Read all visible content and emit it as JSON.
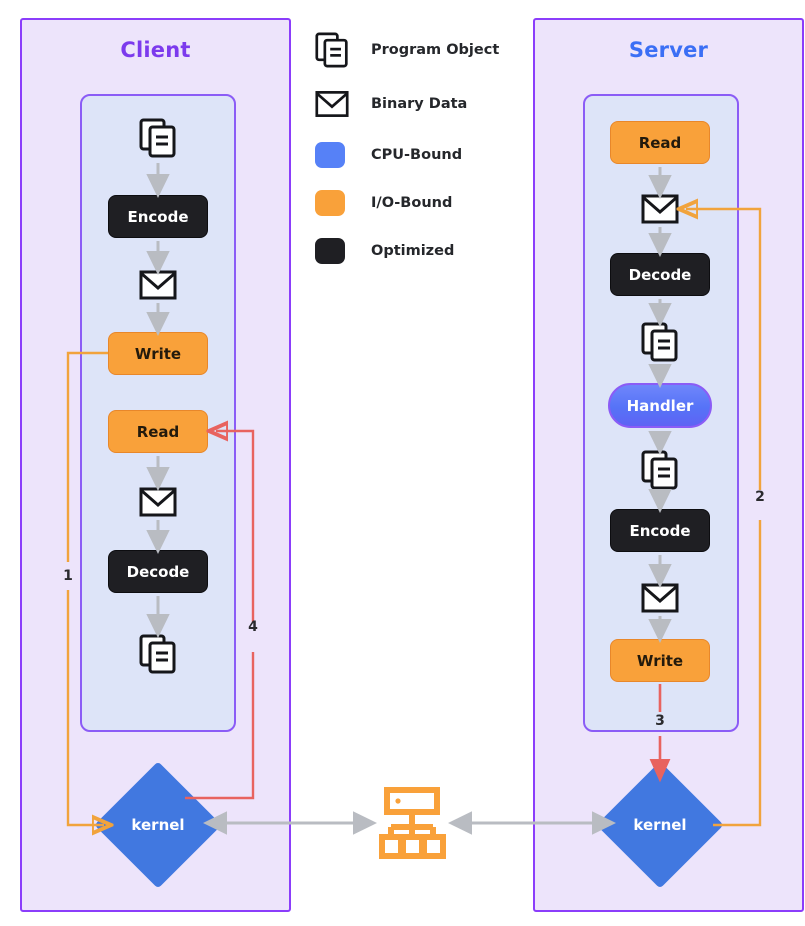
{
  "panels": {
    "client": {
      "title": "Client",
      "title_color": "#7c3aed"
    },
    "server": {
      "title": "Server",
      "title_color": "#3b6ff5"
    }
  },
  "legend": {
    "items": [
      {
        "icon": "program-object-icon",
        "label": "Program Object",
        "kind": "icon"
      },
      {
        "icon": "binary-data-icon",
        "label": "Binary Data",
        "kind": "icon"
      },
      {
        "icon": "cpu-bound-swatch",
        "label": "CPU-Bound",
        "kind": "swatch",
        "color": "#5681f7"
      },
      {
        "icon": "io-bound-swatch",
        "label": "I/O-Bound",
        "kind": "swatch",
        "color": "#f9a13a"
      },
      {
        "icon": "optimized-swatch",
        "label": "Optimized",
        "kind": "swatch",
        "color": "#1f1f23"
      }
    ]
  },
  "client_flow": {
    "nodes": [
      {
        "name": "program-object",
        "type": "icon",
        "label": ""
      },
      {
        "name": "encode",
        "type": "black",
        "label": "Encode"
      },
      {
        "name": "binary-data",
        "type": "icon",
        "label": ""
      },
      {
        "name": "write",
        "type": "orange",
        "label": "Write"
      },
      {
        "name": "read",
        "type": "orange",
        "label": "Read"
      },
      {
        "name": "binary-data-2",
        "type": "icon",
        "label": ""
      },
      {
        "name": "decode",
        "type": "black",
        "label": "Decode"
      },
      {
        "name": "program-object-2",
        "type": "icon",
        "label": ""
      }
    ],
    "kernel_label": "kernel"
  },
  "server_flow": {
    "nodes": [
      {
        "name": "read",
        "type": "orange",
        "label": "Read"
      },
      {
        "name": "binary-data",
        "type": "icon",
        "label": ""
      },
      {
        "name": "decode",
        "type": "black",
        "label": "Decode"
      },
      {
        "name": "program-object",
        "type": "icon",
        "label": ""
      },
      {
        "name": "handler",
        "type": "handler",
        "label": "Handler"
      },
      {
        "name": "program-object-2",
        "type": "icon",
        "label": ""
      },
      {
        "name": "encode",
        "type": "black",
        "label": "Encode"
      },
      {
        "name": "binary-data-2",
        "type": "icon",
        "label": ""
      },
      {
        "name": "write",
        "type": "orange",
        "label": "Write"
      }
    ],
    "kernel_label": "kernel"
  },
  "flow_numbers": {
    "one": "1",
    "two": "2",
    "three": "3",
    "four": "4"
  },
  "network": {
    "name": "network-icon",
    "color": "#f9a13a"
  },
  "colors": {
    "panel_fill": "#ede4fb",
    "panel_border": "#8b3dfb",
    "inner_fill": "#dde4f8",
    "inner_border": "#8b5cf6",
    "orange": "#f9a13a",
    "orange_line": "#f1a33c",
    "red_line": "#e8635f",
    "gray_arrow": "#b9bcc2",
    "blue": "#4178e0",
    "black": "#1f1f23"
  }
}
